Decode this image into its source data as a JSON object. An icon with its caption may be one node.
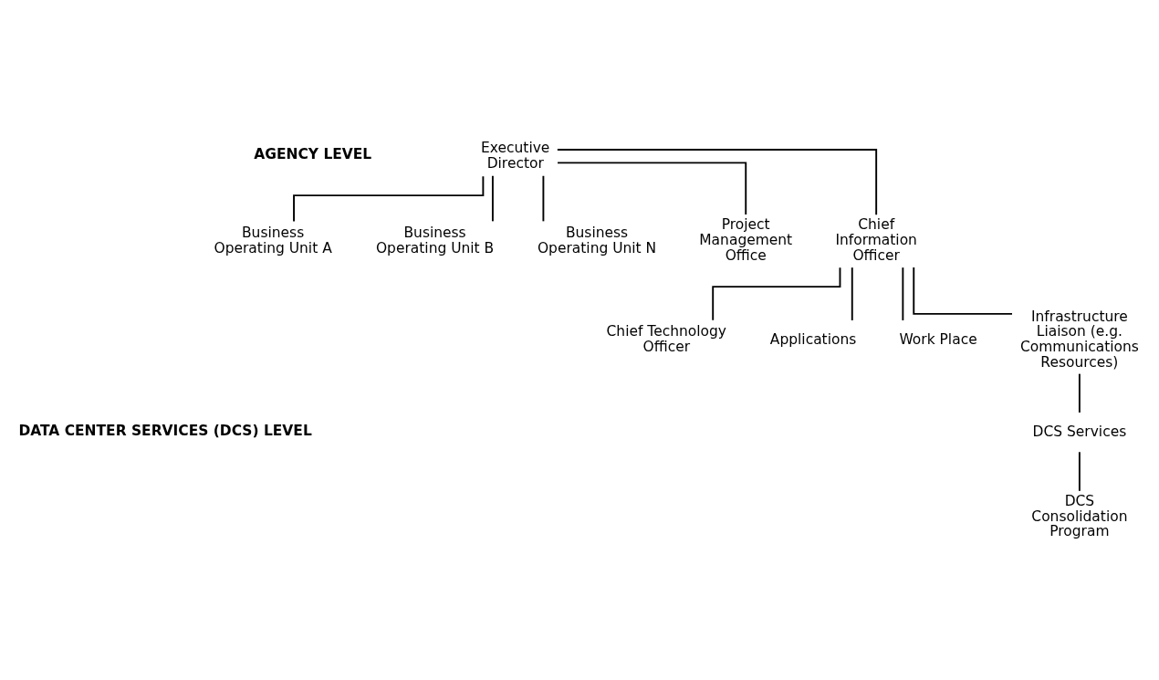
{
  "diagram": {
    "nodes": [
      {
        "text": [
          "Executive Director"
        ]
      },
      {
        "text": [
          "Business Operating Unit A"
        ]
      },
      {
        "text": [
          "Business Operating Unit B"
        ]
      },
      {
        "text": [
          "Business Operating Unit N"
        ]
      },
      {
        "text": [
          "Project Management Office"
        ]
      },
      {
        "text": [
          "Chief Information Officer"
        ]
      },
      {
        "text": [
          "Chief Technology Officer"
        ]
      },
      {
        "text": [
          "Applications"
        ]
      },
      {
        "text": [
          "Work Place"
        ]
      },
      {
        "text": [
          "Infrastructure Liaison (e.g. Communications Resources)"
        ]
      },
      {
        "text": [
          "DCS Services"
        ]
      },
      {
        "text": [
          "DCS Consolidation Program"
        ]
      }
    ],
    "edges": [
      {
        "from": 0,
        "to": 1,
        "arrow": "none"
      },
      {
        "from": 0,
        "to": 2,
        "arrow": "none"
      },
      {
        "from": 0,
        "to": 3,
        "arrow": "none"
      },
      {
        "from": 0,
        "to": 4,
        "arrow": "none"
      },
      {
        "from": 0,
        "to": 5,
        "arrow": "none"
      },
      {
        "from": 5,
        "to": 6,
        "arrow": "none"
      },
      {
        "from": 5,
        "to": 7,
        "arrow": "none"
      },
      {
        "from": 5,
        "to": 8,
        "arrow": "none"
      },
      {
        "from": 5,
        "to": 9,
        "arrow": "none"
      },
      {
        "from": 9,
        "to": 10,
        "arrow": "none"
      },
      {
        "from": 10,
        "to": 11,
        "arrow": "none"
      }
    ],
    "labels": [
      "AGENCY LEVEL",
      "DATA CENTER SERVICES (DCS) LEVEL"
    ]
  }
}
